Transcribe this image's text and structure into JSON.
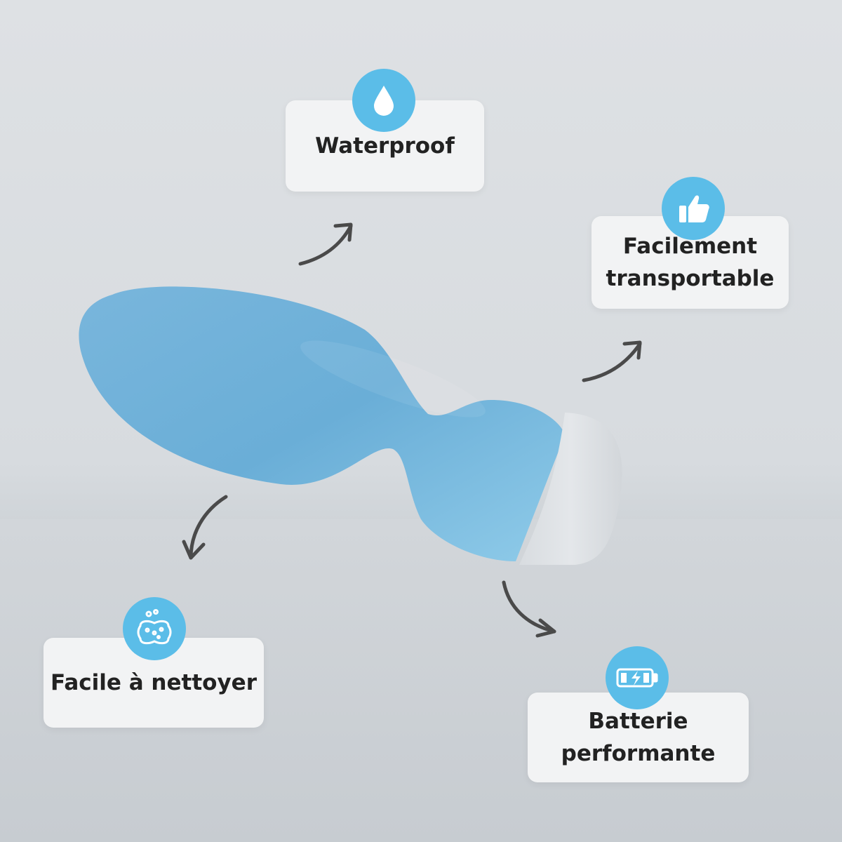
{
  "features": [
    {
      "label_lines": [
        "Waterproof"
      ],
      "icon": "water-drop-icon"
    },
    {
      "label_lines": [
        "Facilement",
        "transportable"
      ],
      "icon": "thumbs-up-icon"
    },
    {
      "label_lines": [
        "Facile à nettoyer"
      ],
      "icon": "sponge-icon"
    },
    {
      "label_lines": [
        "Batterie",
        "performante"
      ],
      "icon": "battery-charging-icon"
    }
  ],
  "colors": {
    "accent": "#5bbde8",
    "product_blue": "#7fbfe0",
    "card_background": "#f2f3f4",
    "arrow": "#4a4a4a"
  }
}
